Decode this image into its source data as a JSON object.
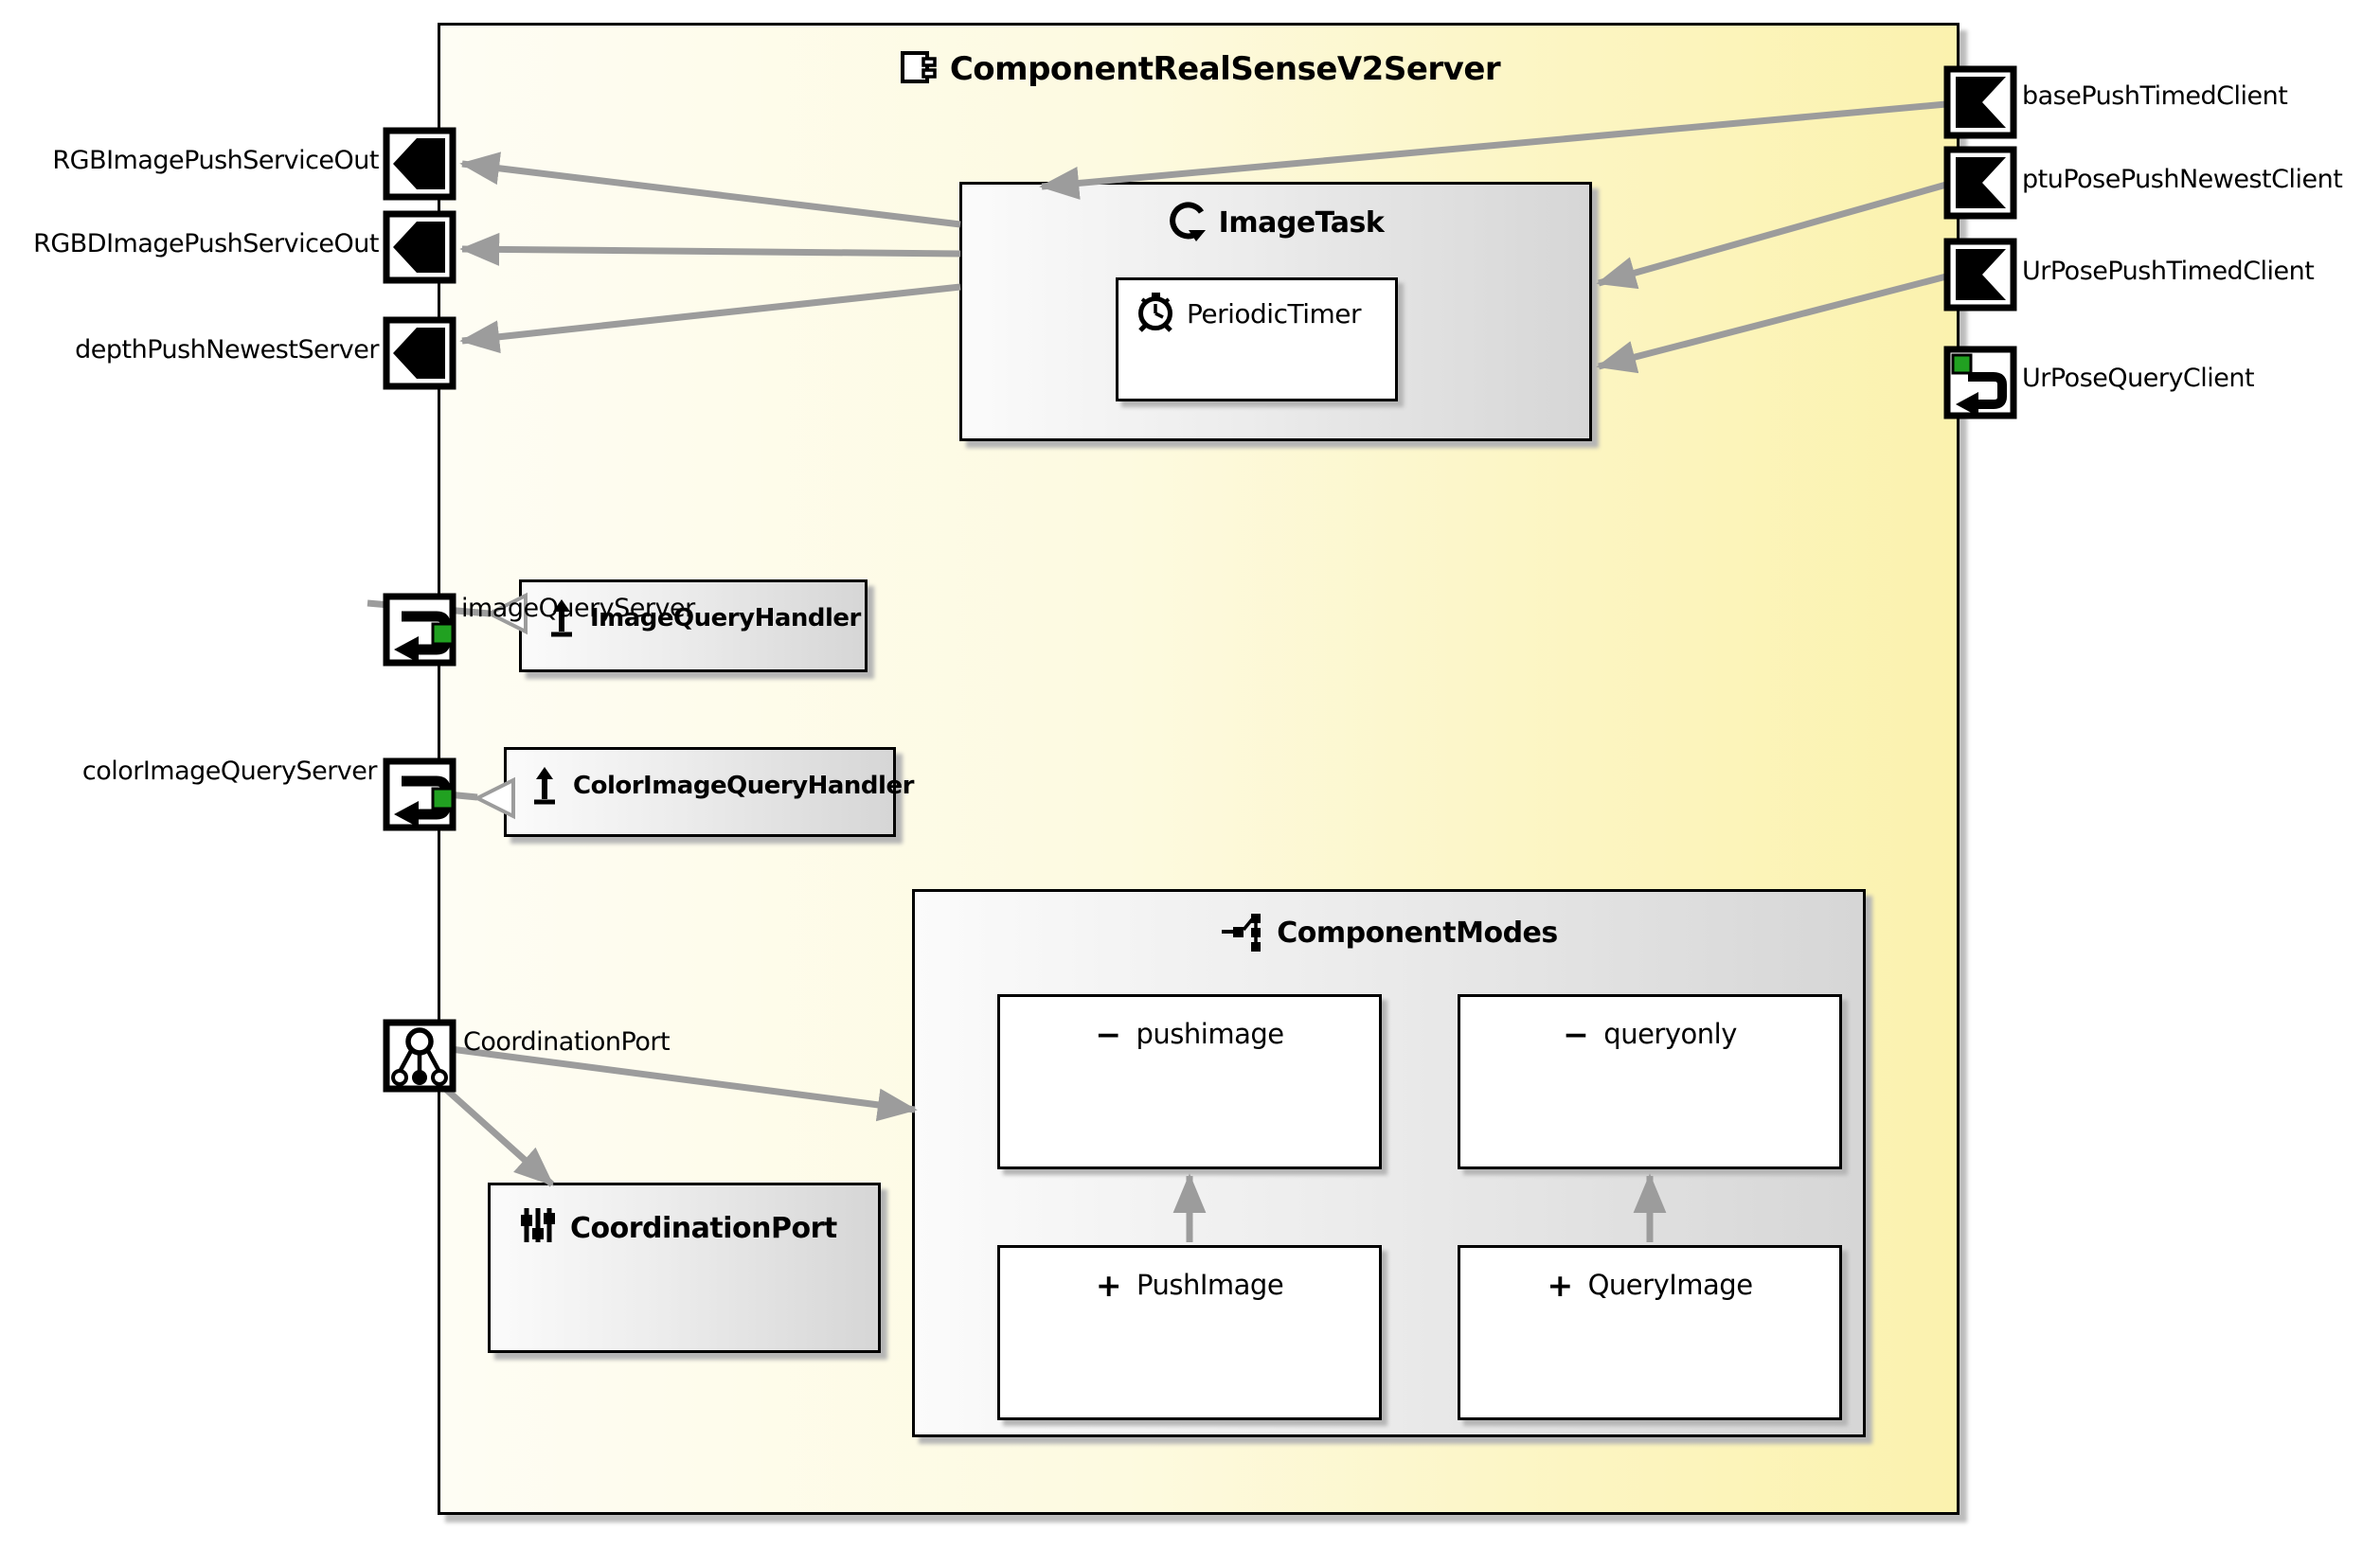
{
  "colors": {
    "component_fill_left": "#fefdf4",
    "component_fill_right": "#fbf2ae",
    "inner_box_gradient_start": "#fbfbfb",
    "inner_box_gradient_end": "#d6d6d6",
    "connector_gray": "#9c9c9c",
    "port_green": "#21a121",
    "border_black": "#000000"
  },
  "component": {
    "title": "ComponentRealSenseV2Server"
  },
  "left_ports": [
    {
      "label": "RGBImagePushServiceOut",
      "type": "push-service-out"
    },
    {
      "label": "RGBDImagePushServiceOut",
      "type": "push-service-out"
    },
    {
      "label": "depthPushNewestServer",
      "type": "push-service-out"
    },
    {
      "label": "imageQueryServer",
      "type": "query-server"
    },
    {
      "label": "colorImageQueryServer",
      "type": "query-server"
    },
    {
      "label": "CoordinationPort",
      "type": "coordination"
    }
  ],
  "right_ports": [
    {
      "label": "basePushTimedClient",
      "type": "push-client"
    },
    {
      "label": "ptuPosePushNewestClient",
      "type": "push-client"
    },
    {
      "label": "UrPosePushTimedClient",
      "type": "push-client"
    },
    {
      "label": "UrPoseQueryClient",
      "type": "query-client"
    }
  ],
  "image_task": {
    "title": "ImageTask",
    "timer_label": "PeriodicTimer"
  },
  "handlers": [
    {
      "title": "ImageQueryHandler"
    },
    {
      "title": "ColorImageQueryHandler"
    }
  ],
  "coordination_box": {
    "title": "CoordinationPort"
  },
  "component_modes": {
    "title": "ComponentModes",
    "modes": [
      {
        "symbol": "−",
        "label": "pushimage"
      },
      {
        "symbol": "−",
        "label": "queryonly"
      }
    ],
    "events": [
      {
        "symbol": "+",
        "label": "PushImage"
      },
      {
        "symbol": "+",
        "label": "QueryImage"
      }
    ]
  }
}
